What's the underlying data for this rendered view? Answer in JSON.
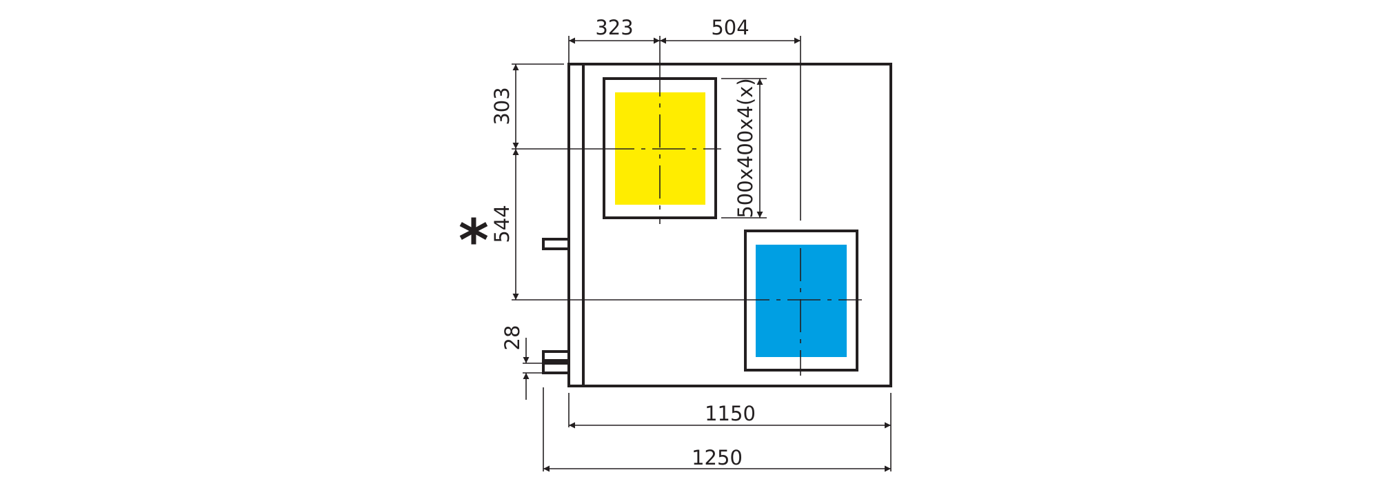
{
  "colors": {
    "line": "#231f20",
    "upper_opening": "#ffed00",
    "lower_opening": "#009fe3",
    "background": "#ffffff"
  },
  "dimensions": {
    "top_left": "323",
    "top_right": "504",
    "left_upper": "303",
    "left_middle": "544",
    "left_lower": "28",
    "opening_size": "500x400x4(x)",
    "bottom_inner": "1150",
    "bottom_outer": "1250"
  },
  "marker": "*"
}
